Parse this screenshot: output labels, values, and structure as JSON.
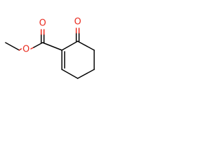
{
  "molecule": {
    "atoms": {
      "ester_carbonyl_oxygen": "O",
      "ester_ether_oxygen": "O",
      "ketone_oxygen": "O"
    },
    "colors": {
      "bond": "#000000",
      "heteroatom": "#e8281c",
      "background": "#ffffff"
    }
  }
}
